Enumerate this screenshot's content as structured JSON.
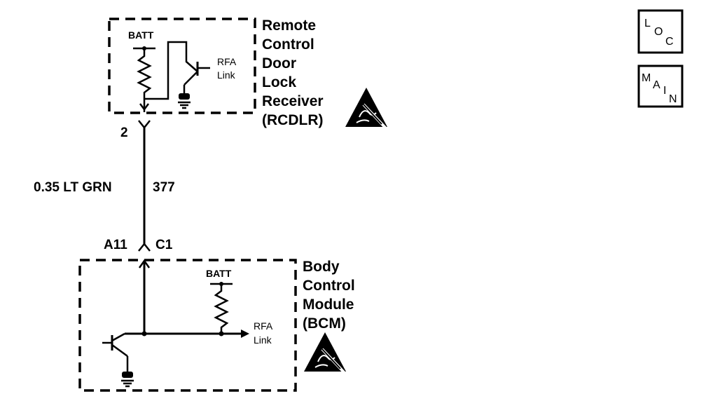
{
  "rcdlr": {
    "label_lines": [
      "Remote",
      "Control",
      "Door",
      "Lock",
      "Receiver",
      "(RCDLR)"
    ],
    "batt_label": "BATT",
    "rfa_label": "RFA",
    "link_label": "Link"
  },
  "wire": {
    "pin_top": "2",
    "wire_spec": "0.35 LT GRN",
    "circuit": "377",
    "pin_bottom": "A11",
    "connector": "C1"
  },
  "bcm": {
    "label_lines": [
      "Body",
      "Control",
      "Module",
      "(BCM)"
    ],
    "batt_label": "BATT",
    "rfa_label": "RFA",
    "link_label": "Link"
  },
  "nav": {
    "loc_letters": [
      "L",
      "O",
      "C"
    ],
    "main_letters": [
      "M",
      "A",
      "I",
      "N"
    ]
  }
}
